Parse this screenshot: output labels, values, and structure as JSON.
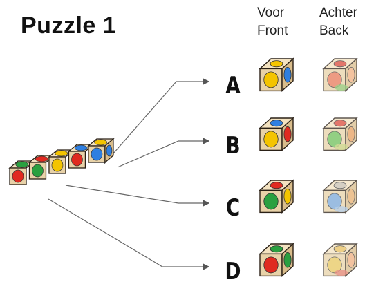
{
  "title": "Puzzle 1",
  "columns": {
    "front": {
      "line1": "Voor",
      "line2": "Front"
    },
    "back": {
      "line1": "Achter",
      "line2": "Back"
    }
  },
  "options": [
    {
      "label": "A",
      "front": {
        "top": "#f4c400",
        "left": "#f4c400",
        "right": "#2f7fe0"
      },
      "back": {
        "top": "#d94a3a",
        "left": "#e87a5a",
        "right": "#f0b080",
        "bottom": "#7cc060"
      }
    },
    {
      "label": "B",
      "front": {
        "top": "#2f7fe0",
        "left": "#f4c400",
        "right": "#e02a20"
      },
      "back": {
        "top": "#d94a3a",
        "left": "#6fbf5a",
        "right": "#e8a060",
        "bottom": "#c0d070"
      }
    },
    {
      "label": "C",
      "front": {
        "top": "#e02a20",
        "left": "#2aa040",
        "right": "#f4c400"
      },
      "back": {
        "top": "#c8c0b0",
        "left": "#7aa8d8",
        "right": "#e8b070",
        "bottom": "#a0c0e0"
      }
    },
    {
      "label": "D",
      "front": {
        "top": "#2aa040",
        "left": "#e02a20",
        "right": "#2aa040"
      },
      "back": {
        "top": "#e8c060",
        "left": "#e8c860",
        "right": "#f0b080",
        "bottom": "#e07060"
      }
    }
  ],
  "stick": {
    "faces": [
      "#e02a20",
      "#2aa040",
      "#f4c400",
      "#e02a20",
      "#2f7fe0"
    ],
    "tops": [
      "#2aa040",
      "#e02a20",
      "#f4c400",
      "#2f7fe0",
      "#f4c400"
    ],
    "right": "#2f7fe0"
  },
  "colors": {
    "wood": "#e8d2a8",
    "wood_top": "#f3e2c0",
    "wood_side": "#d9bd8c",
    "edge": "#2a2016",
    "line": "#666666"
  }
}
